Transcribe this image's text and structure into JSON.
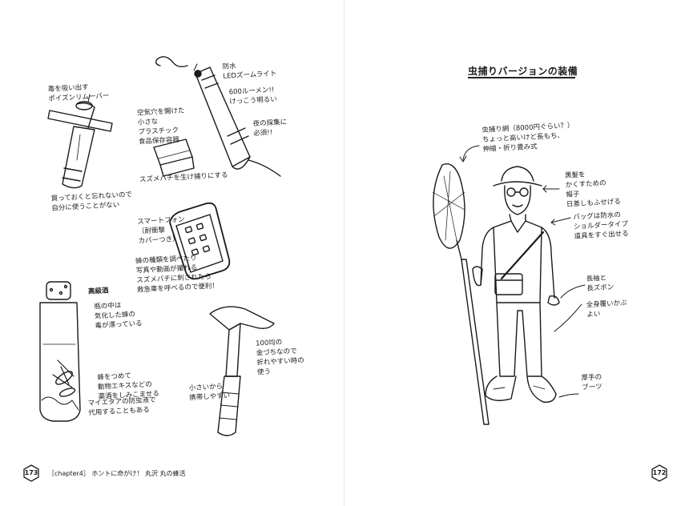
{
  "left_page": {
    "page_number": "173",
    "running_head": "［chapter4］ ホントに命がけ！ 丸沢 丸の蜂活",
    "notes": {
      "poison_remover": "毒を吸い出す\nポイズンリムーバー",
      "poison_remover_caption": "買っておくと忘れないので\n自分に使うことがない",
      "flashlight": "防水\nLEDズームライト",
      "flashlight_lumen": "600ルーメン!!\nけっこう明るい",
      "flashlight_night": "夜の採集に\n必須!!",
      "container": "空気穴を開けた\n小さな\nプラスチック\n食品保存容器",
      "container_caption": "スズメバチを生け捕りにする",
      "smartphone": "スマートフォン\n（耐衝撃\nカバーつき）",
      "smartphone_caption": "蜂の種類を調べたり\n写真や動画が撮れる\nスズメバチに刺されたら\n救急車を呼べるので便利！",
      "alcohol_title": "高級酒",
      "alcohol": "瓶の中は\n気化した蜂の\n毒が漂っている",
      "alcohol_caption": "蜂をつめて\n動物エキスなどの\n薬酒をしみこませる",
      "alcohol_caption2": "マイエタアの防虫液で\n代用することもある",
      "hammer": "100均の\n金づちなので\n折れやすい時の\n使う",
      "hammer_caption": "小さいから\n携帯しやすい"
    }
  },
  "right_page": {
    "page_number": "172",
    "title": "虫捕りバージョンの装備",
    "notes": {
      "net": "虫捕り網（8000円ぐらい？）\nちょっと高いけど長もち、\n伸縮・折り畳み式",
      "hat": "黒髪を\nかくすための\n帽子\n日差しもふせげる",
      "bag": "バッグは防水の\nショルダータイプ\n道具をすぐ出せる",
      "pants": "長袖と\n長ズボン",
      "pants_caption": "全身覆いかぶ\nよい",
      "boots": "厚手の\nブーツ"
    }
  }
}
